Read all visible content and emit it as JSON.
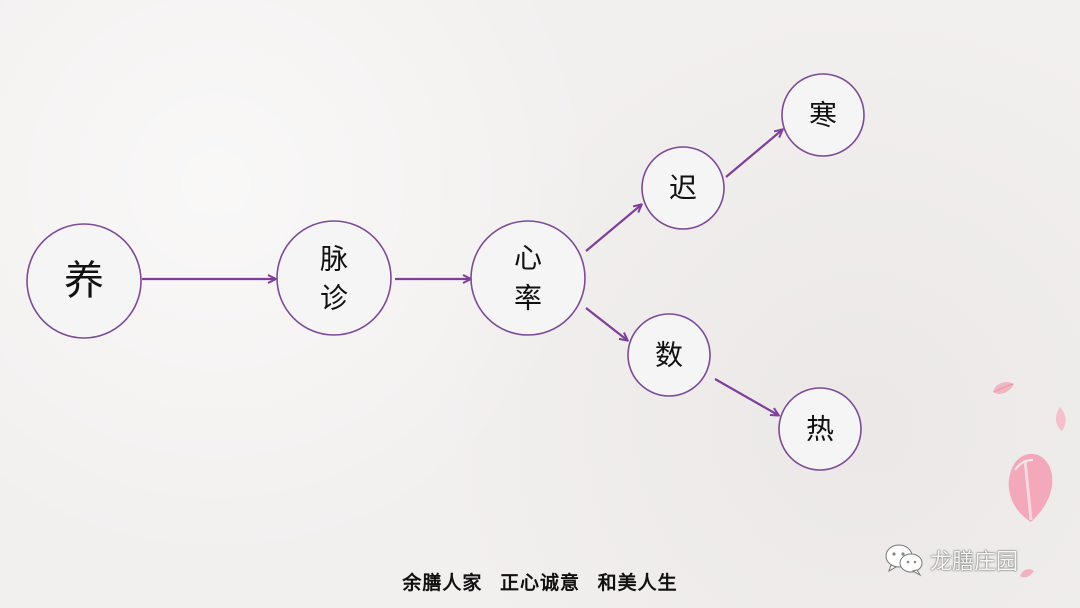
{
  "nodes": [
    {
      "id": "yang",
      "label": "养"
    },
    {
      "id": "maizhen",
      "label": "脉诊"
    },
    {
      "id": "xinlv",
      "label": "心率"
    },
    {
      "id": "chi",
      "label": "迟"
    },
    {
      "id": "shu",
      "label": "数"
    },
    {
      "id": "han",
      "label": "寒"
    },
    {
      "id": "re",
      "label": "热"
    }
  ],
  "edges": [
    {
      "from": "yang",
      "to": "maizhen"
    },
    {
      "from": "maizhen",
      "to": "xinlv"
    },
    {
      "from": "xinlv",
      "to": "chi"
    },
    {
      "from": "xinlv",
      "to": "shu"
    },
    {
      "from": "chi",
      "to": "han"
    },
    {
      "from": "shu",
      "to": "re"
    }
  ],
  "footer": {
    "part1": "余膳人家",
    "part2": "正心诚意",
    "part3": "和美人生"
  },
  "watermark": {
    "text": "龙膳庄园",
    "icon": "wechat-icon"
  },
  "colors": {
    "node_stroke": "#7d4b97",
    "arrow": "#7d3f99",
    "node_fill": "#f6f5f5"
  }
}
